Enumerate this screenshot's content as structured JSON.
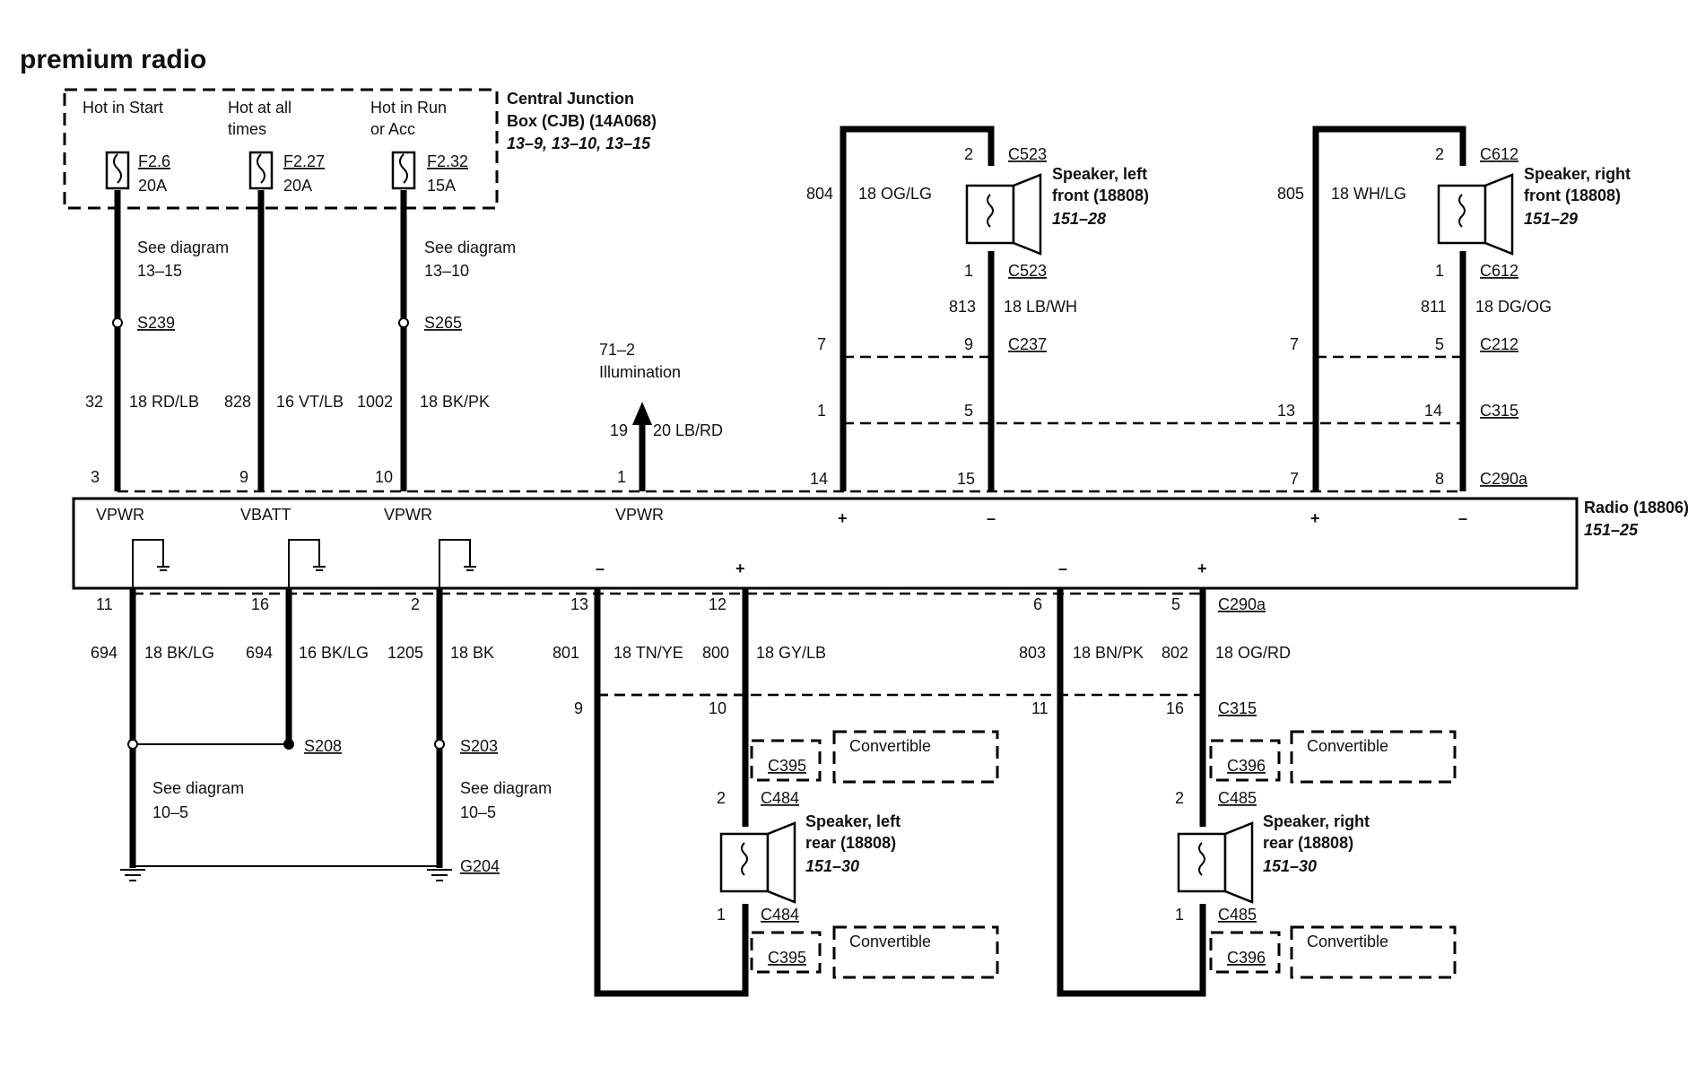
{
  "title": "premium radio",
  "cjb": {
    "name": "Central Junction",
    "name2": "Box (CJB) (14A068)",
    "refs": "13–9, 13–10, 13–15",
    "feeds": [
      {
        "label1": "Hot in Start",
        "label2": "",
        "fuse": "F2.6",
        "amp": "20A"
      },
      {
        "label1": "Hot at all",
        "label2": "times",
        "fuse": "F2.27",
        "amp": "20A"
      },
      {
        "label1": "Hot in Run",
        "label2": "or Acc",
        "fuse": "F2.32",
        "amp": "15A"
      }
    ]
  },
  "power_wires": {
    "see1": "See diagram",
    "see1ref": "13–15",
    "splice1": "S239",
    "see3": "See diagram",
    "see3ref": "13–10",
    "splice3": "S265",
    "wires": [
      {
        "circuit": "32",
        "gauge": "18 RD/LB",
        "pin": "3",
        "term": "VPWR"
      },
      {
        "circuit": "828",
        "gauge": "16 VT/LB",
        "pin": "9",
        "term": "VBATT"
      },
      {
        "circuit": "1002",
        "gauge": "18 BK/PK",
        "pin": "10",
        "term": "VPWR"
      }
    ]
  },
  "illumination": {
    "ref": "71–2",
    "label": "Illumination",
    "circuit": "19",
    "gauge": "20 LB/RD",
    "pin": "1",
    "term": "VPWR"
  },
  "front_left": {
    "circuit_pos": "804",
    "gauge_pos": "18 OG/LG",
    "circuit_neg": "813",
    "gauge_neg": "18 LB/WH",
    "pin_top": "2",
    "conn_top": "C523",
    "pin_bot": "1",
    "conn_bot": "C523",
    "name1": "Speaker, left",
    "name2": "front (18808)",
    "ref": "151–28",
    "c237_l": "7",
    "c237_r": "9",
    "c237": "C237",
    "c315_l": "1",
    "c315_r": "5",
    "radio_l": "14",
    "radio_r": "15",
    "plus": "+",
    "minus": "–"
  },
  "front_right": {
    "circuit_pos": "805",
    "gauge_pos": "18 WH/LG",
    "circuit_neg": "811",
    "gauge_neg": "18 DG/OG",
    "pin_top": "2",
    "conn_top": "C612",
    "pin_bot": "1",
    "conn_bot": "C612",
    "name1": "Speaker, right",
    "name2": "front (18808)",
    "ref": "151–29",
    "c212_l": "7",
    "c212_r": "5",
    "c212": "C212",
    "c315_l": "13",
    "c315_r": "14",
    "c315": "C315",
    "radio_l": "7",
    "radio_r": "8",
    "c290a": "C290a",
    "plus": "+",
    "minus": "–"
  },
  "radio": {
    "name": "Radio (18806)",
    "ref": "151–25"
  },
  "ground_wires": {
    "wires": [
      {
        "pin": "11",
        "circuit": "694",
        "gauge": "18 BK/LG"
      },
      {
        "pin": "16",
        "circuit": "694",
        "gauge": "16 BK/LG"
      },
      {
        "pin": "2",
        "circuit": "1205",
        "gauge": "18 BK"
      }
    ],
    "s208": "S208",
    "s203": "S203",
    "see1": "See diagram",
    "see1ref": "10–5",
    "see2": "See diagram",
    "see2ref": "10–5",
    "g204": "G204"
  },
  "rear_left": {
    "pin_neg": "13",
    "pin_pos": "12",
    "minus": "–",
    "plus": "+",
    "circuit_neg": "801",
    "gauge_neg": "18 TN/YE",
    "circuit_pos": "800",
    "gauge_pos": "18 GY/LB",
    "c315_l": "9",
    "c315_r": "10",
    "c395a": "C395",
    "conv_a": "Convertible",
    "pin_top": "2",
    "conn_top": "C484",
    "pin_bot": "1",
    "conn_bot": "C484",
    "name1": "Speaker, left",
    "name2": "rear (18808)",
    "ref": "151–30",
    "c395b": "C395",
    "conv_b": "Convertible"
  },
  "rear_right": {
    "pin_neg": "6",
    "pin_pos": "5",
    "minus": "–",
    "plus": "+",
    "circuit_neg": "803",
    "gauge_neg": "18 BN/PK",
    "circuit_pos": "802",
    "gauge_pos": "18 OG/RD",
    "c290a": "C290a",
    "c315_l": "11",
    "c315_r": "16",
    "c315": "C315",
    "c396a": "C396",
    "conv_a": "Convertible",
    "pin_top": "2",
    "conn_top": "C485",
    "pin_bot": "1",
    "conn_bot": "C485",
    "name1": "Speaker, right",
    "name2": "rear (18808)",
    "ref": "151–30",
    "c396b": "C396",
    "conv_b": "Convertible"
  }
}
